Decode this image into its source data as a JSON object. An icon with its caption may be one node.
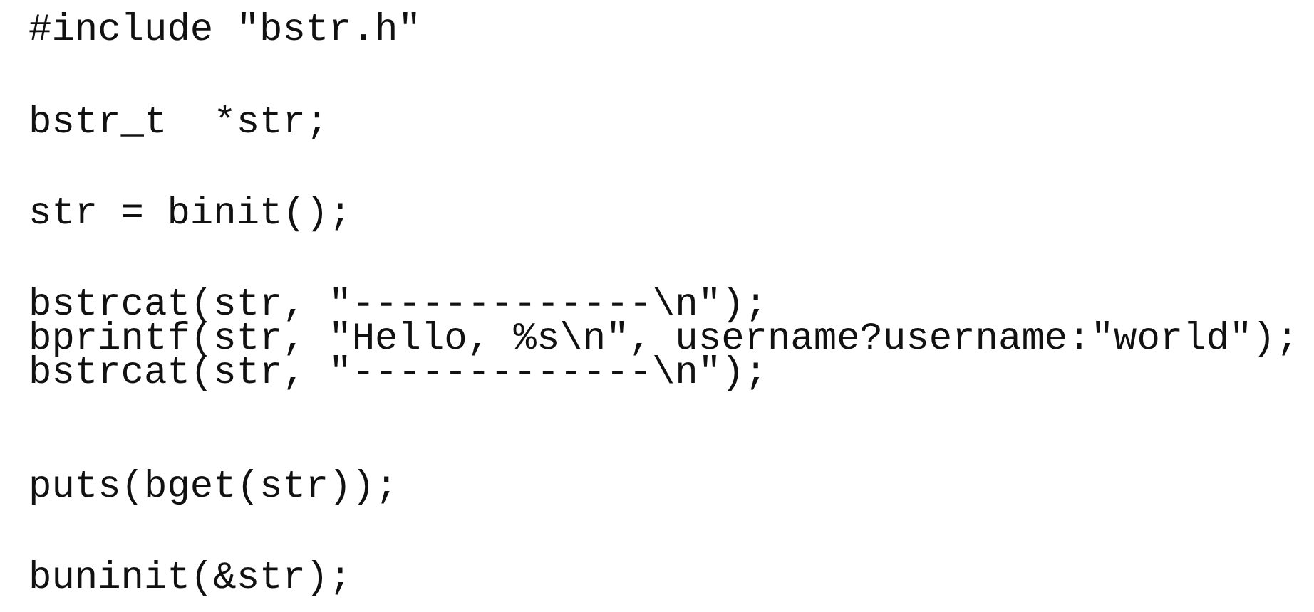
{
  "diagram": {
    "labels": [
      "#include \"bstr.h\"",
      "bstr_t  *str;",
      "str = binit();",
      "bstrcat(str, \"-------------\\n\");",
      "bprintf(str, \"Hello, %s\\n\", username?username:\"world\");",
      "bstrcat(str, \"-------------\\n\");",
      "puts(bget(str));",
      "buninit(&str);"
    ]
  }
}
